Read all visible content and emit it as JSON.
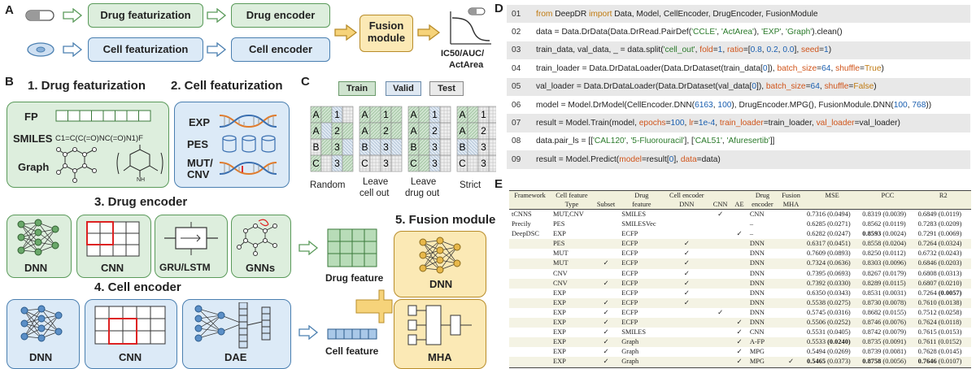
{
  "panels": {
    "a": "A",
    "b": "B",
    "c": "C",
    "d": "D",
    "e": "E"
  },
  "panel_a": {
    "drug_featurization": "Drug featurization",
    "drug_encoder": "Drug encoder",
    "cell_featurization": "Cell featurization",
    "cell_encoder": "Cell encoder",
    "fusion_line1": "Fusion",
    "fusion_line2": "module",
    "output_line1": "IC50/AUC/",
    "output_line2": "ActArea"
  },
  "panel_b": {
    "drug_feat_title": "1. Drug featurization",
    "cell_feat_title": "2. Cell featurization",
    "fp": "FP",
    "smiles": "SMILES",
    "smiles_string": "C1=C(C(=O)NC(=O)N1)F",
    "graph": "Graph",
    "exp": "EXP",
    "pes": "PES",
    "mut_cnv_1": "MUT/",
    "mut_cnv_2": "CNV",
    "drug_encoder_title": "3. Drug encoder",
    "drug_encoders": [
      "DNN",
      "CNN",
      "GRU/LSTM",
      "GNNs"
    ],
    "cell_encoder_title": "4. Cell encoder",
    "cell_encoders": [
      "DNN",
      "CNN",
      "DAE"
    ],
    "fusion_title": "5. Fusion module",
    "drug_feature": "Drug feature",
    "cell_feature": "Cell feature",
    "fusion_dnn": "DNN",
    "fusion_mha": "MHA"
  },
  "panel_c": {
    "legend": [
      "Train",
      "Valid",
      "Test"
    ],
    "splits": [
      "Random",
      "Leave cell out",
      "Leave drug out",
      "Strict"
    ],
    "split_lines": [
      [
        "Random"
      ],
      [
        "Leave",
        "cell out"
      ],
      [
        "Leave",
        "drug out"
      ],
      [
        "Strict"
      ]
    ],
    "rows": [
      "A",
      "A",
      "B",
      "C"
    ],
    "nums": [
      "1",
      "2",
      "3",
      "3"
    ]
  },
  "panel_d": {
    "lines": [
      {
        "n": "01",
        "parts": [
          [
            "kw",
            "from"
          ],
          [
            "t",
            " DeepDR "
          ],
          [
            "kw",
            "import"
          ],
          [
            "t",
            " Data, Model, CellEncoder, DrugEncoder, FusionModule"
          ]
        ]
      },
      {
        "n": "02",
        "parts": [
          [
            "t",
            "data = Data.DrData(Data.DrRead.PairDef("
          ],
          [
            "str",
            "'CCLE'"
          ],
          [
            "t",
            ", "
          ],
          [
            "str",
            "'ActArea'"
          ],
          [
            "t",
            "), "
          ],
          [
            "str",
            "'EXP'"
          ],
          [
            "t",
            ", "
          ],
          [
            "str",
            "'Graph'"
          ],
          [
            "t",
            ").clean()"
          ]
        ]
      },
      {
        "n": "03",
        "parts": [
          [
            "t",
            "train_data, val_data, _ = data.split("
          ],
          [
            "str",
            "'cell_out'"
          ],
          [
            "t",
            ", "
          ],
          [
            "arg",
            "fold"
          ],
          [
            "t",
            "="
          ],
          [
            "num",
            "1"
          ],
          [
            "t",
            ", "
          ],
          [
            "arg",
            "ratio"
          ],
          [
            "t",
            "=["
          ],
          [
            "num",
            "0.8"
          ],
          [
            "t",
            ", "
          ],
          [
            "num",
            "0.2"
          ],
          [
            "t",
            ", "
          ],
          [
            "num",
            "0.0"
          ],
          [
            "t",
            "], "
          ],
          [
            "arg",
            "seed"
          ],
          [
            "t",
            "="
          ],
          [
            "num",
            "1"
          ],
          [
            "t",
            ")"
          ]
        ]
      },
      {
        "n": "04",
        "parts": [
          [
            "t",
            "train_loader = Data.DrDataLoader(Data.DrDataset(train_data["
          ],
          [
            "num",
            "0"
          ],
          [
            "t",
            "]), "
          ],
          [
            "arg",
            "batch_size"
          ],
          [
            "t",
            "="
          ],
          [
            "num",
            "64"
          ],
          [
            "t",
            ", "
          ],
          [
            "arg",
            "shuffle"
          ],
          [
            "t",
            "="
          ],
          [
            "kw",
            "True"
          ],
          [
            "t",
            ")"
          ]
        ]
      },
      {
        "n": "05",
        "parts": [
          [
            "t",
            "val_loader = Data.DrDataLoader(Data.DrDataset(val_data["
          ],
          [
            "num",
            "0"
          ],
          [
            "t",
            "]), "
          ],
          [
            "arg",
            "batch_size"
          ],
          [
            "t",
            "="
          ],
          [
            "num",
            "64"
          ],
          [
            "t",
            ", "
          ],
          [
            "arg",
            "shuffle"
          ],
          [
            "t",
            "="
          ],
          [
            "kw",
            "False"
          ],
          [
            "t",
            ")"
          ]
        ]
      },
      {
        "n": "06",
        "parts": [
          [
            "t",
            "model = Model.DrModel(CellEncoder.DNN("
          ],
          [
            "num",
            "6163"
          ],
          [
            "t",
            ", "
          ],
          [
            "num",
            "100"
          ],
          [
            "t",
            "), DrugEncoder.MPG(), FusionModule.DNN("
          ],
          [
            "num",
            "100"
          ],
          [
            "t",
            ", "
          ],
          [
            "num",
            "768"
          ],
          [
            "t",
            "))"
          ]
        ]
      },
      {
        "n": "07",
        "parts": [
          [
            "t",
            "result = Model.Train(model, "
          ],
          [
            "arg",
            "epochs"
          ],
          [
            "t",
            "="
          ],
          [
            "num",
            "100"
          ],
          [
            "t",
            ", "
          ],
          [
            "arg",
            "lr"
          ],
          [
            "t",
            "="
          ],
          [
            "num",
            "1e-4"
          ],
          [
            "t",
            ", "
          ],
          [
            "arg",
            "train_loader"
          ],
          [
            "t",
            "=train_loader, "
          ],
          [
            "arg",
            "val_loader"
          ],
          [
            "t",
            "=val_loader)"
          ]
        ]
      },
      {
        "n": "08",
        "parts": [
          [
            "t",
            "data.pair_ls = [["
          ],
          [
            "str",
            "'CAL120'"
          ],
          [
            "t",
            ", "
          ],
          [
            "str",
            "'5-Fluorouracil'"
          ],
          [
            "t",
            "], ["
          ],
          [
            "str",
            "'CAL51'"
          ],
          [
            "t",
            ", "
          ],
          [
            "str",
            "'Afuresertib'"
          ],
          [
            "t",
            "]]"
          ]
        ]
      },
      {
        "n": "09",
        "parts": [
          [
            "t",
            "result = Model.Predict("
          ],
          [
            "arg",
            "model"
          ],
          [
            "t",
            "=result["
          ],
          [
            "num",
            "0"
          ],
          [
            "t",
            "], "
          ],
          [
            "arg",
            "data"
          ],
          [
            "t",
            "=data)"
          ]
        ]
      }
    ]
  },
  "panel_e": {
    "header_top": [
      "Framework",
      "Cell feature",
      "",
      "Drug",
      "Cell encoder",
      "",
      "",
      "Drug",
      "Fusion",
      "MSE",
      "PCC",
      "R2"
    ],
    "header_bottom": [
      "",
      "Type",
      "Subset",
      "feature",
      "DNN",
      "CNN",
      "AE",
      "encoder",
      "MHA",
      "",
      "",
      ""
    ],
    "rows": [
      [
        "tCNNS",
        "MUT,CNV",
        "",
        "SMILES",
        "",
        "✓",
        "",
        "CNN",
        "",
        "0.7316 (0.0494)",
        "0.8319 (0.0039)",
        "0.6849 (0.0119)"
      ],
      [
        "Precily",
        "PES",
        "",
        "SMILESVec",
        "",
        "",
        "",
        "–",
        "",
        "0.6285 (0.0271)",
        "0.8562 (0.0119)",
        "0.7283 (0.0209)"
      ],
      [
        "DeepDSC",
        "EXP",
        "",
        "ECFP",
        "",
        "",
        "✓",
        "–",
        "",
        "0.6282 (0.0247)",
        "0.8593 (0.0024)",
        "0.7291 (0.0069)"
      ],
      [
        "",
        "PES",
        "",
        "ECFP",
        "✓",
        "",
        "",
        "DNN",
        "",
        "0.6317 (0.0451)",
        "0.8558 (0.0204)",
        "0.7264 (0.0324)"
      ],
      [
        "",
        "MUT",
        "",
        "ECFP",
        "✓",
        "",
        "",
        "DNN",
        "",
        "0.7609 (0.0893)",
        "0.8250 (0.0112)",
        "0.6732 (0.0243)"
      ],
      [
        "",
        "MUT",
        "✓",
        "ECFP",
        "✓",
        "",
        "",
        "DNN",
        "",
        "0.7324 (0.0636)",
        "0.8303 (0.0096)",
        "0.6846 (0.0203)"
      ],
      [
        "",
        "CNV",
        "",
        "ECFP",
        "✓",
        "",
        "",
        "DNN",
        "",
        "0.7395 (0.0693)",
        "0.8267 (0.0179)",
        "0.6808 (0.0313)"
      ],
      [
        "",
        "CNV",
        "✓",
        "ECFP",
        "✓",
        "",
        "",
        "DNN",
        "",
        "0.7392 (0.0330)",
        "0.8289 (0.0115)",
        "0.6807 (0.0210)"
      ],
      [
        "",
        "EXP",
        "",
        "ECFP",
        "✓",
        "",
        "",
        "DNN",
        "",
        "0.6350 (0.0343)",
        "0.8531 (0.0031)",
        "0.7264 (0.0057)"
      ],
      [
        "",
        "EXP",
        "✓",
        "ECFP",
        "✓",
        "",
        "",
        "DNN",
        "",
        "0.5538 (0.0275)",
        "0.8730 (0.0078)",
        "0.7610 (0.0138)"
      ],
      [
        "",
        "EXP",
        "✓",
        "ECFP",
        "",
        "✓",
        "",
        "DNN",
        "",
        "0.5745 (0.0316)",
        "0.8682 (0.0155)",
        "0.7512 (0.0258)"
      ],
      [
        "",
        "EXP",
        "✓",
        "ECFP",
        "",
        "",
        "✓",
        "DNN",
        "",
        "0.5506 (0.0252)",
        "0.8746 (0.0076)",
        "0.7624 (0.0118)"
      ],
      [
        "",
        "EXP",
        "✓",
        "SMILES",
        "",
        "",
        "✓",
        "CNN",
        "",
        "0.5531 (0.0405)",
        "0.8742 (0.0079)",
        "0.7615 (0.0153)"
      ],
      [
        "",
        "EXP",
        "✓",
        "Graph",
        "",
        "",
        "✓",
        "A-FP",
        "",
        "0.5533 (0.0240)",
        "0.8735 (0.0091)",
        "0.7611 (0.0152)"
      ],
      [
        "",
        "EXP",
        "✓",
        "Graph",
        "",
        "",
        "✓",
        "MPG",
        "",
        "0.5494 (0.0269)",
        "0.8739 (0.0081)",
        "0.7628 (0.0145)"
      ],
      [
        "",
        "EXP",
        "✓",
        "Graph",
        "",
        "",
        "✓",
        "MPG",
        "✓",
        "0.5465 (0.0373)",
        "0.8758 (0.0056)",
        "0.7646 (0.0107)"
      ]
    ]
  },
  "colors": {
    "green_fill": "#ddeedd",
    "green_edge": "#5a9a5a",
    "blue_fill": "#dceaf7",
    "blue_edge": "#4a7fb0",
    "yellow_fill": "#fbe9b5",
    "yellow_edge": "#b88c2a"
  }
}
